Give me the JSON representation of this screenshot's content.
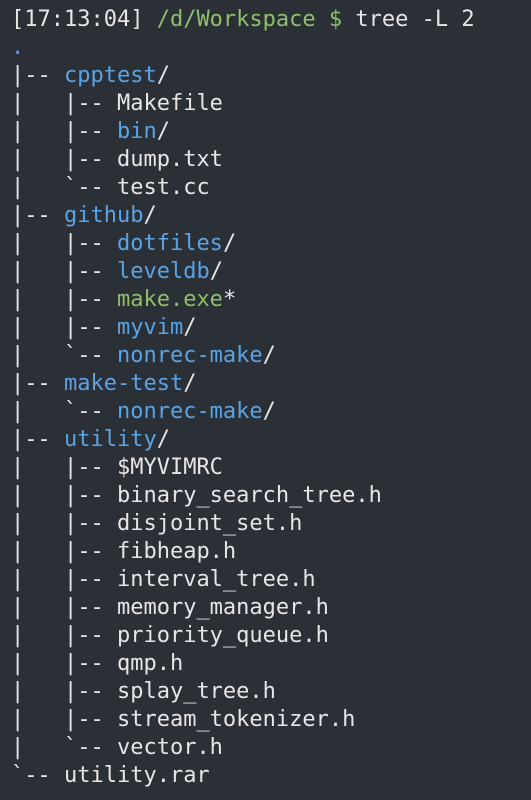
{
  "window": {
    "background": "#2b2f36"
  },
  "colors": {
    "text": "#e6e6e6",
    "path": "#8fbf6a",
    "directory": "#5aa4e6",
    "executable": "#8fbf6a"
  },
  "prompt": {
    "time": "[17:13:04]",
    "path": "/d/Workspace $",
    "command": "tree -L 2"
  },
  "lines": [
    [
      {
        "t": ".",
        "c": "dot"
      }
    ],
    [
      {
        "t": "|-- ",
        "c": "default"
      },
      {
        "t": "cpptest",
        "c": "dir"
      },
      {
        "t": "/",
        "c": "default"
      }
    ],
    [
      {
        "t": "|   |-- ",
        "c": "default"
      },
      {
        "t": "Makefile",
        "c": "file"
      }
    ],
    [
      {
        "t": "|   |-- ",
        "c": "default"
      },
      {
        "t": "bin",
        "c": "dir"
      },
      {
        "t": "/",
        "c": "default"
      }
    ],
    [
      {
        "t": "|   |-- ",
        "c": "default"
      },
      {
        "t": "dump.txt",
        "c": "file"
      }
    ],
    [
      {
        "t": "|   `-- ",
        "c": "default"
      },
      {
        "t": "test.cc",
        "c": "file"
      }
    ],
    [
      {
        "t": "|-- ",
        "c": "default"
      },
      {
        "t": "github",
        "c": "dir"
      },
      {
        "t": "/",
        "c": "default"
      }
    ],
    [
      {
        "t": "|   |-- ",
        "c": "default"
      },
      {
        "t": "dotfiles",
        "c": "dir"
      },
      {
        "t": "/",
        "c": "default"
      }
    ],
    [
      {
        "t": "|   |-- ",
        "c": "default"
      },
      {
        "t": "leveldb",
        "c": "dir"
      },
      {
        "t": "/",
        "c": "default"
      }
    ],
    [
      {
        "t": "|   |-- ",
        "c": "default"
      },
      {
        "t": "make.exe",
        "c": "exec"
      },
      {
        "t": "*",
        "c": "default"
      }
    ],
    [
      {
        "t": "|   |-- ",
        "c": "default"
      },
      {
        "t": "myvim",
        "c": "dir"
      },
      {
        "t": "/",
        "c": "default"
      }
    ],
    [
      {
        "t": "|   `-- ",
        "c": "default"
      },
      {
        "t": "nonrec-make",
        "c": "dir"
      },
      {
        "t": "/",
        "c": "default"
      }
    ],
    [
      {
        "t": "|-- ",
        "c": "default"
      },
      {
        "t": "make-test",
        "c": "dir"
      },
      {
        "t": "/",
        "c": "default"
      }
    ],
    [
      {
        "t": "|   `-- ",
        "c": "default"
      },
      {
        "t": "nonrec-make",
        "c": "dir"
      },
      {
        "t": "/",
        "c": "default"
      }
    ],
    [
      {
        "t": "|-- ",
        "c": "default"
      },
      {
        "t": "utility",
        "c": "dir"
      },
      {
        "t": "/",
        "c": "default"
      }
    ],
    [
      {
        "t": "|   |-- ",
        "c": "default"
      },
      {
        "t": "$MYVIMRC",
        "c": "file"
      }
    ],
    [
      {
        "t": "|   |-- ",
        "c": "default"
      },
      {
        "t": "binary_search_tree.h",
        "c": "file"
      }
    ],
    [
      {
        "t": "|   |-- ",
        "c": "default"
      },
      {
        "t": "disjoint_set.h",
        "c": "file"
      }
    ],
    [
      {
        "t": "|   |-- ",
        "c": "default"
      },
      {
        "t": "fibheap.h",
        "c": "file"
      }
    ],
    [
      {
        "t": "|   |-- ",
        "c": "default"
      },
      {
        "t": "interval_tree.h",
        "c": "file"
      }
    ],
    [
      {
        "t": "|   |-- ",
        "c": "default"
      },
      {
        "t": "memory_manager.h",
        "c": "file"
      }
    ],
    [
      {
        "t": "|   |-- ",
        "c": "default"
      },
      {
        "t": "priority_queue.h",
        "c": "file"
      }
    ],
    [
      {
        "t": "|   |-- ",
        "c": "default"
      },
      {
        "t": "qmp.h",
        "c": "file"
      }
    ],
    [
      {
        "t": "|   |-- ",
        "c": "default"
      },
      {
        "t": "splay_tree.h",
        "c": "file"
      }
    ],
    [
      {
        "t": "|   |-- ",
        "c": "default"
      },
      {
        "t": "stream_tokenizer.h",
        "c": "file"
      }
    ],
    [
      {
        "t": "|   `-- ",
        "c": "default"
      },
      {
        "t": "vector.h",
        "c": "file"
      }
    ],
    [
      {
        "t": "`-- ",
        "c": "default"
      },
      {
        "t": "utility.rar",
        "c": "file"
      }
    ]
  ]
}
